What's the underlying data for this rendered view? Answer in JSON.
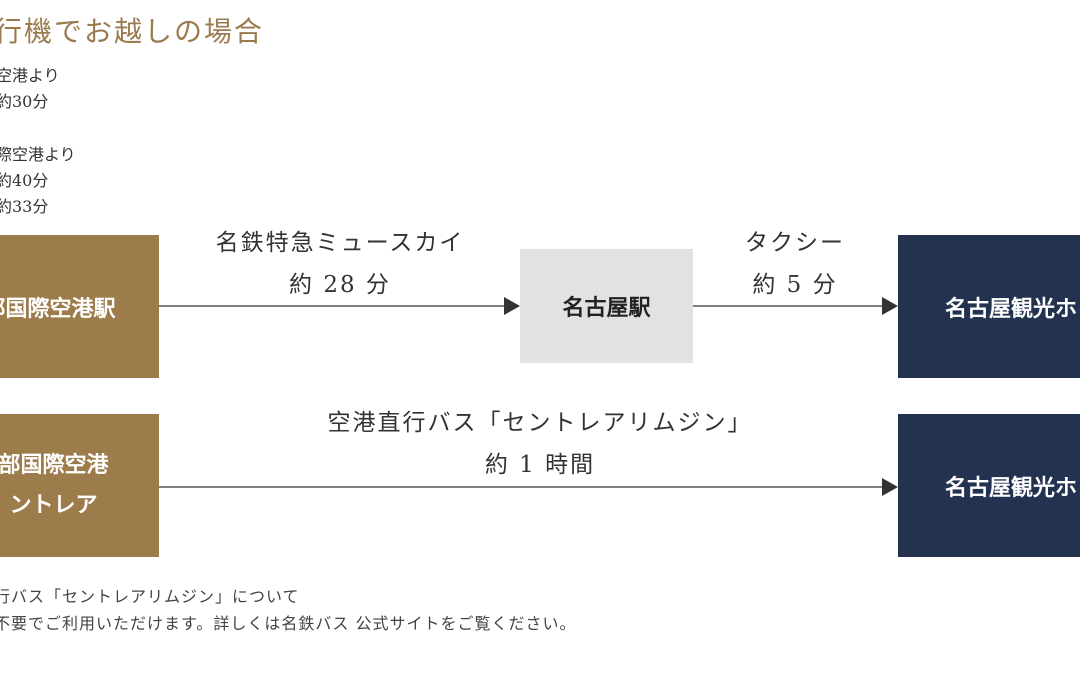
{
  "heading": "行機でお越しの場合",
  "info": [
    {
      "text": "空港より"
    },
    {
      "text": "約30分"
    },
    {
      "text": "際空港より"
    },
    {
      "text": "約40分"
    },
    {
      "text": "約33分"
    }
  ],
  "boxes": {
    "left1": "部国際空港駅",
    "left2_line1": "部国際空港",
    "left2_line2": "ントレア",
    "middle": "名古屋駅",
    "right1": "名古屋観光ホ",
    "right2": "名古屋観光ホ"
  },
  "routes": {
    "train_line1": "名鉄特急ミュースカイ",
    "train_line2": "約 28 分",
    "taxi_line1": "タクシー",
    "taxi_line2": "約 5 分",
    "bus_line1": "空港直行バス「セントレアリムジン」",
    "bus_line2": "約 1 時間"
  },
  "footer": {
    "line1": "行バス「セントレアリムジン」について",
    "line2": "不要でご利用いただけます。詳しくは名鉄バス 公式サイトをご覧ください。"
  },
  "colors": {
    "gold": "#9c7c4a",
    "navy": "#22324f",
    "grey": "#e2e2e2",
    "heading": "#9a7b4f",
    "arrow": "#555555"
  }
}
